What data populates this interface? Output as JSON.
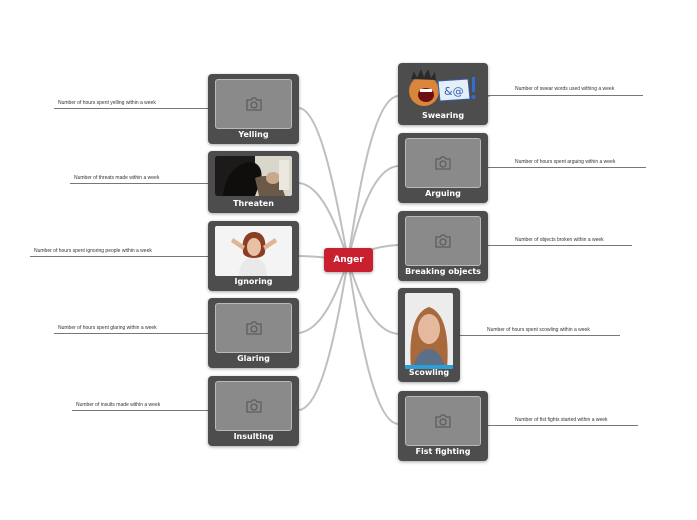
{
  "central_topic": "Anger",
  "colors": {
    "central": "#c8202f",
    "node": "#4d4d4d",
    "placeholder": "#8a8a8a",
    "connector": "#bfbfbf"
  },
  "nodes": {
    "yelling": {
      "label": "Yelling",
      "note": "Number of hours spent yelling within a week",
      "image": "camera-icon"
    },
    "threaten": {
      "label": "Threaten",
      "note": "Number of threats made within a week",
      "image": "photo-threaten"
    },
    "ignoring": {
      "label": "Ignoring",
      "note": "Number of hours spent ignoring people within a week",
      "image": "photo-ignoring"
    },
    "glaring": {
      "label": "Glaring",
      "note": "Number of hours spent glaring within a week",
      "image": "camera-icon"
    },
    "insulting": {
      "label": "Insulting",
      "note": "Number of insults made within a week",
      "image": "camera-icon"
    },
    "swearing": {
      "label": "Swearing",
      "note": "Number of swear words used withing a week",
      "image": "photo-swearing"
    },
    "arguing": {
      "label": "Arguing",
      "note": "Number of hours spent arguing within a week",
      "image": "camera-icon"
    },
    "breaking": {
      "label": "Breaking objects",
      "note": "Number of objects broken within a week",
      "image": "camera-icon"
    },
    "scowling": {
      "label": "Scowling",
      "note": "Number of hours spent scowling within a week",
      "image": "photo-scowling"
    },
    "fist": {
      "label": "Fist fighting",
      "note": "Number of fist fights started within a week",
      "image": "camera-icon"
    }
  }
}
